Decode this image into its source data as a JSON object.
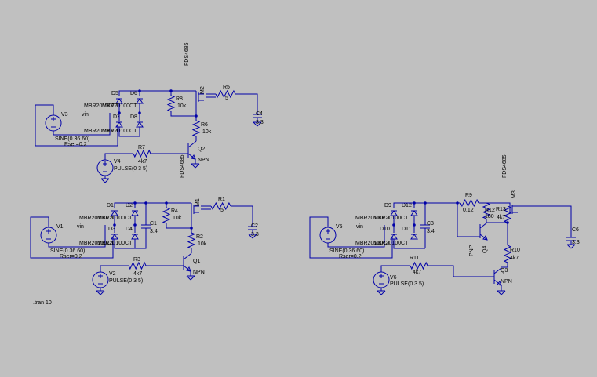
{
  "directive": ".tran 10",
  "circuits": [
    {
      "id": "top-left",
      "source": {
        "name": "V3",
        "value": "SINE(0 36 60)",
        "rser": "Rser=0.2"
      },
      "vin": "vin",
      "diodes": [
        "D5",
        "D6",
        "D7",
        "D8"
      ],
      "diode_model": "MBR20100CT",
      "mosfet": {
        "name": "M2",
        "model": "FDS4685"
      },
      "r_gate": {
        "name": "R8",
        "value": "10k"
      },
      "r_drain": {
        "name": "R6",
        "value": "10k"
      },
      "r_load": {
        "name": "R5",
        "value": "5"
      },
      "cap_out": {
        "name": "C4",
        "value": "3.3"
      },
      "r_base": {
        "name": "R7",
        "value": "4k7"
      },
      "bjt": {
        "name": "Q2",
        "model": "NPN"
      },
      "pulse": {
        "name": "V4",
        "value": "PULSE(0 3 5)"
      }
    },
    {
      "id": "bottom-left",
      "source": {
        "name": "V1",
        "value": "SINE(0 36 60)",
        "rser": "Rser=0.2"
      },
      "vin": "vin",
      "diodes": [
        "D1",
        "D2",
        "D3",
        "D4"
      ],
      "diode_model": "MBR20100CT",
      "mosfet": {
        "name": "M1",
        "model": "FDS4685"
      },
      "r_gate": {
        "name": "R4",
        "value": "10k"
      },
      "r_drain": {
        "name": "R2",
        "value": "10k"
      },
      "r_load": {
        "name": "R1",
        "value": "5"
      },
      "cap_in": {
        "name": "C1",
        "value": "3.4"
      },
      "cap_out": {
        "name": "C2",
        "value": "3.3"
      },
      "r_base": {
        "name": "R3",
        "value": "4k7"
      },
      "bjt": {
        "name": "Q1",
        "model": "NPN"
      },
      "pulse": {
        "name": "V2",
        "value": "PULSE(0 3 5)"
      }
    },
    {
      "id": "bottom-right",
      "source": {
        "name": "V5",
        "value": "SINE(0 36 60)",
        "rser": "Rser=0.2"
      },
      "vin": "vin",
      "diodes": [
        "D9",
        "D10",
        "D11",
        "D12"
      ],
      "diode_model": "MBR20100CT",
      "mosfet": {
        "name": "M3",
        "model": "FDS4685"
      },
      "r_sense": {
        "name": "R9",
        "value": "0.12"
      },
      "r_pnp": {
        "name": "R12",
        "value": "180"
      },
      "r_gate": {
        "name": "R13",
        "value": "4k7"
      },
      "r_drain": {
        "name": "R10",
        "value": "4k7"
      },
      "cap_in": {
        "name": "C3",
        "value": "3.4"
      },
      "cap_out": {
        "name": "C6",
        "value": "3.3"
      },
      "pnp": {
        "name": "Q4",
        "model": "PNP"
      },
      "r_base": {
        "name": "R11",
        "value": "4k7"
      },
      "bjt": {
        "name": "Q3",
        "model": "NPN"
      },
      "pulse": {
        "name": "V6",
        "value": "PULSE(0 3 5)"
      }
    }
  ]
}
